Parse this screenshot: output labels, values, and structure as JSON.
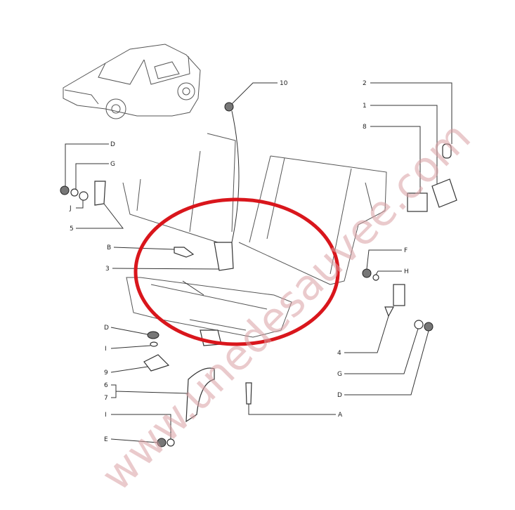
{
  "diagram": {
    "labels": {
      "l10": "10",
      "l2": "2",
      "l1": "1",
      "l8": "8",
      "lD1": "D",
      "lG1": "G",
      "lJ": "J",
      "l5": "5",
      "lB": "B",
      "l3": "3",
      "lF": "F",
      "lH": "H",
      "l4": "4",
      "lG2": "G",
      "lD2": "D",
      "lA": "A",
      "lD3": "D",
      "lI1": "I",
      "l9": "9",
      "l6": "6",
      "l7": "7",
      "lI2": "I",
      "lE": "E"
    },
    "highlight_color": "#d9161c"
  },
  "watermark": "www.unedesauvee.com"
}
